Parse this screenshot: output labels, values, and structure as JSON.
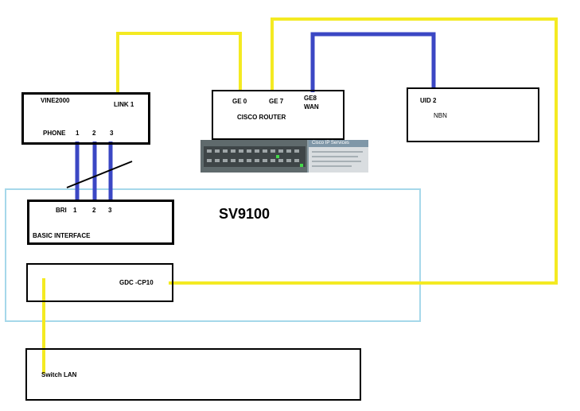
{
  "diagram": {
    "vine": {
      "name": "VINE2000",
      "link": "LINK 1",
      "phone": "PHONE",
      "ports": [
        "1",
        "2",
        "3"
      ]
    },
    "router": {
      "ge0": "GE 0",
      "ge7": "GE 7",
      "ge8": "GE8",
      "wan": "WAN",
      "name": "CISCO ROUTER",
      "photo_title": "Cisco IP Services"
    },
    "nbn": {
      "uid": "UID 2",
      "name": "NBN"
    },
    "sv9100": {
      "title": "SV9100"
    },
    "bri": {
      "label": "BRI",
      "ports": [
        "1",
        "2",
        "3"
      ],
      "name": "BASIC INTERFACE"
    },
    "gdc": {
      "name": "GDC -CP10"
    },
    "switch": {
      "name": "Switch  LAN"
    },
    "colors": {
      "yellow": "#f4ea22",
      "blue": "#3b47c4",
      "cyan_frame": "#a6d8ea"
    }
  }
}
